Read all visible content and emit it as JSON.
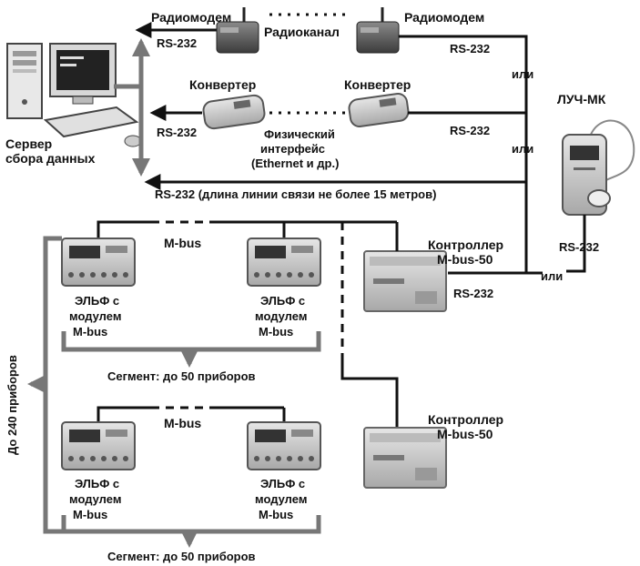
{
  "labels": {
    "radiomodem_left": "Радиомодем",
    "radiomodem_right": "Радиомодем",
    "radiokanal": "Радиоканал",
    "rs232_1": "RS-232",
    "rs232_2": "RS-232",
    "rs232_3": "RS-232",
    "rs232_4": "RS-232",
    "ili_1": "или",
    "ili_2": "или",
    "ili_3": "или",
    "konverter_left": "Конвертер",
    "konverter_right": "Конвертер",
    "phys_line1": "Физический",
    "phys_line2": "интерфейс",
    "phys_line3": "(Ethernet и др.)",
    "server_line1": "Сервер",
    "server_line2": "сбора данных",
    "rs232_long": "RS-232 (длина линии связи не более 15 метров)",
    "luch": "ЛУЧ-МК",
    "luch_rs232": "RS-232",
    "ctrl1_line1": "Контроллер",
    "ctrl1_line2": "M-bus-50",
    "ctrl1_rs232": "RS-232",
    "ctrl2_line1": "Контроллер",
    "ctrl2_line2": "M-bus-50",
    "mbus_1": "M-bus",
    "mbus_2": "M-bus",
    "elf_line1": "ЭЛЬФ с",
    "elf_line2": "модулем",
    "elf_line3": "M-bus",
    "segment_1": "Сегмент: до 50 приборов",
    "segment_2": "Сегмент: до 50 приборов",
    "total": "До 240 приборов"
  }
}
